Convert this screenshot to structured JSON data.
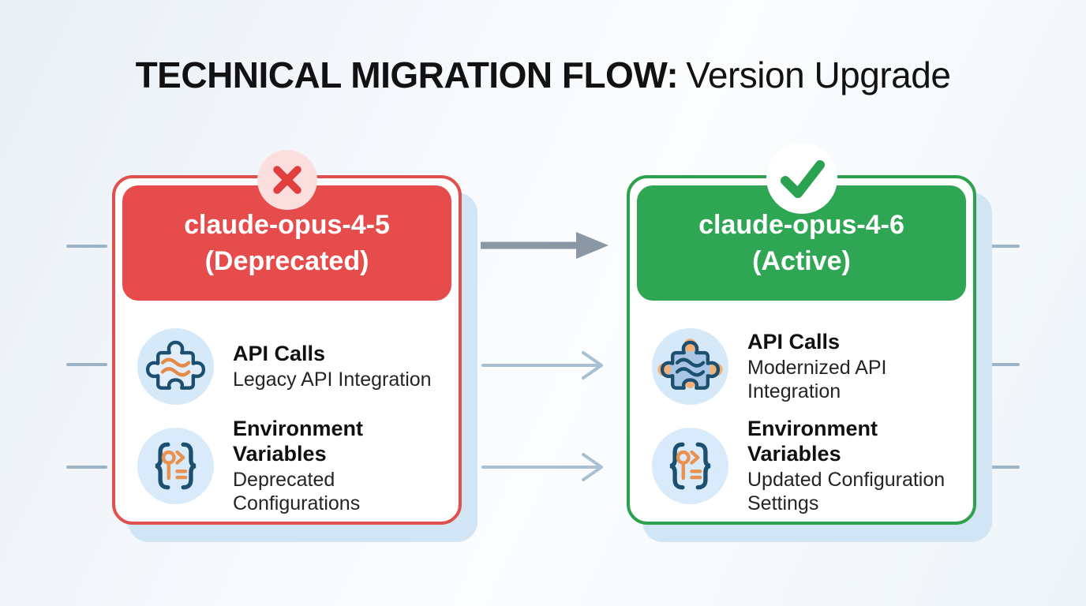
{
  "title": {
    "emphasis": "TECHNICAL MIGRATION FLOW:",
    "rest": "Version Upgrade"
  },
  "cards": {
    "old": {
      "status_icon": "x-icon",
      "header": {
        "line1": "claude-opus-4-5",
        "line2": "(Deprecated)"
      },
      "items": [
        {
          "icon": "puzzle-icon",
          "title": "API Calls",
          "subtitle": "Legacy API Integration"
        },
        {
          "icon": "braces-config-icon",
          "title": "Environment Variables",
          "subtitle": "Deprecated Configurations"
        }
      ]
    },
    "new": {
      "status_icon": "check-icon",
      "header": {
        "line1": "claude-opus-4-6",
        "line2": "(Active)"
      },
      "items": [
        {
          "icon": "puzzle-icon",
          "title": "API Calls",
          "subtitle": "Modernized API Integration"
        },
        {
          "icon": "braces-config-icon",
          "title": "Environment Variables",
          "subtitle": "Updated Configuration Settings"
        }
      ]
    }
  },
  "icons": {
    "flow": "arrow-right-icon",
    "old_status": "x-icon",
    "new_status": "check-icon",
    "feature_api": "puzzle-icon",
    "feature_env": "braces-config-icon"
  },
  "colors": {
    "deprecated_red": "#e74c4c",
    "active_green": "#2fa653",
    "x_red": "#e13e3e",
    "badge_pink": "#fbdfdf",
    "check_green": "#2ba24f",
    "arrow_gray": "#8b97a5",
    "connector_blue": "#a9bfd3",
    "tick_blue": "#9db3c7",
    "icon_navy": "#1d4f70",
    "icon_orange": "#e58a47",
    "icon_circle_bg": "#d6e9f8",
    "card_shadow_blue": "#d2e5f4"
  }
}
